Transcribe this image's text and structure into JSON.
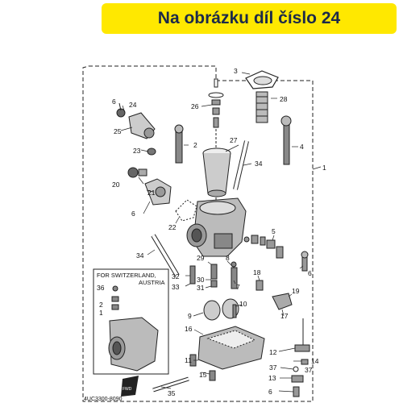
{
  "banner": {
    "text": "Na obrázku díl číslo 24",
    "color": "#ffe800",
    "text_color": "#1c2a4a"
  },
  "inset": {
    "title_line1": "FOR SWITZERLAND,",
    "title_line2": "AUSTRIA",
    "labels": [
      "36",
      "2",
      "1"
    ]
  },
  "fwd_label": "FWD",
  "doc_code": "4UC3300-8090",
  "callouts": [
    "1",
    "2",
    "3",
    "4",
    "5",
    "6",
    "7",
    "8",
    "9",
    "10",
    "11",
    "12",
    "13",
    "14",
    "15",
    "16",
    "17",
    "18",
    "19",
    "20",
    "21",
    "22",
    "23",
    "24",
    "25",
    "26",
    "27",
    "28",
    "29",
    "30",
    "31",
    "32",
    "33",
    "34",
    "35",
    "37"
  ]
}
